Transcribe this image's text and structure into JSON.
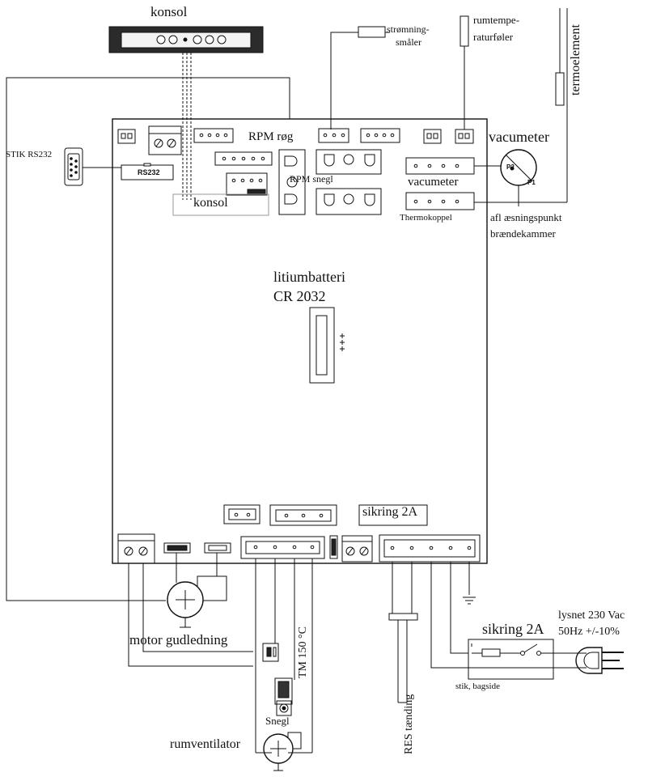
{
  "labels": {
    "konsol_top": "konsol",
    "stromning_1": "strømning-",
    "stromning_2": "småler",
    "rumtemp_1": "rumtempe-",
    "rumtemp_2": "raturføler",
    "termoelement": "termoelement",
    "stik_rs232": "STIK RS232",
    "rs232_board": "RS232",
    "konsol_board": "konsol",
    "rpm_rog": "RPM røg",
    "rpm_snegl": "RPM snegl",
    "vacumeter_title": "vacumeter",
    "vacumeter_board": "vacumeter",
    "thermokoppel": "Thermokoppel",
    "p1": "P1",
    "p2": "P2",
    "aflaesning_1": "afl æsningspunkt",
    "aflaesning_2": "brændekammer",
    "litium_1": "litiumbatteri",
    "litium_2": "CR 2032",
    "sikring_board": "sikring 2A",
    "sikring_switch": "sikring 2A",
    "motor": "motor gudledning",
    "tm150": "TM 150 °C",
    "snegl": "Snegl",
    "rumventilator": "rumventilator",
    "res_taending": "RES tænding",
    "lysnet_1": "lysnet 230 Vac",
    "lysnet_2": "50Hz +/-10%",
    "stik_bagside": "stik, bagside"
  }
}
